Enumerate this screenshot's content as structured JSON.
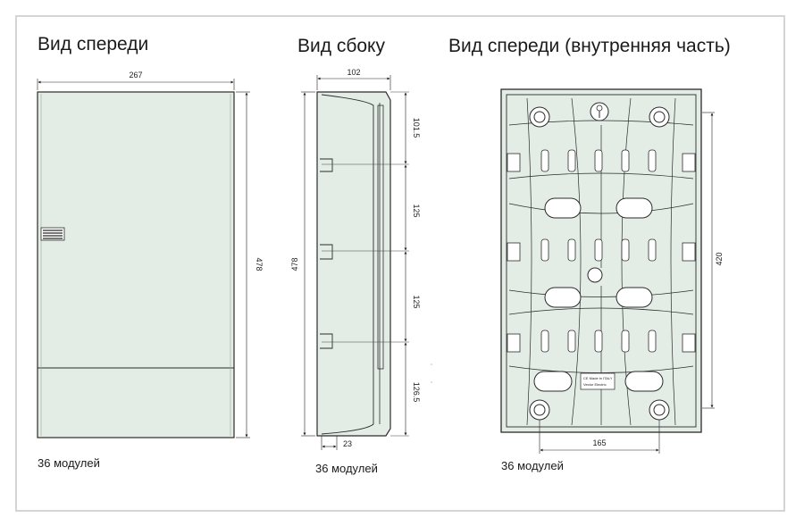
{
  "views": {
    "front": {
      "title": "Вид спереди",
      "caption": "36 модулей",
      "dim_width": "267",
      "dim_height": "478"
    },
    "side": {
      "title": "Вид сбоку",
      "caption": "36 модулей",
      "dim_depth": "102",
      "dim_height": "478",
      "dim_seg1": "101.5",
      "dim_seg2": "125",
      "dim_seg3": "125",
      "dim_seg4": "126.5",
      "dim_bottom": "23"
    },
    "inner": {
      "title": "Вид спереди (внутренняя часть)",
      "caption": "36 модулей",
      "dim_height": "420",
      "dim_width": "165",
      "label_ce": "CE Made in ITALY",
      "label_brand": "Vector Electric"
    }
  },
  "colors": {
    "panel_fill": "#e3ede6",
    "line": "#2b2b2b",
    "frame": "#d5d5d5"
  }
}
